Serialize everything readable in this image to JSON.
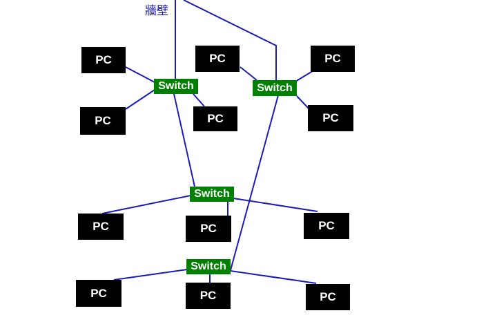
{
  "wall_label": "牆壁",
  "pc_label": "PC",
  "switch_label": "Switch",
  "colors": {
    "link": "#1a1ab8",
    "switch": "#008000",
    "pc": "#000000",
    "label_text": "#ffffff",
    "wall_label": "#1a1aa8"
  },
  "nodes": {
    "switches": [
      "sw-a",
      "sw-b",
      "sw-c",
      "sw-d"
    ],
    "pcs": [
      "pc-1",
      "pc-2",
      "pc-3",
      "pc-4",
      "pc-5",
      "pc-6",
      "pc-7",
      "pc-8",
      "pc-9",
      "pc-10",
      "pc-11",
      "pc-12",
      "pc-13",
      "pc-14"
    ]
  },
  "links": [
    [
      "wall",
      "sw-a"
    ],
    [
      "wall",
      "sw-b"
    ],
    [
      "sw-a",
      "pc-1"
    ],
    [
      "sw-a",
      "pc-2"
    ],
    [
      "sw-a",
      "pc-3"
    ],
    [
      "sw-b",
      "pc-4"
    ],
    [
      "sw-b",
      "pc-5"
    ],
    [
      "sw-b",
      "pc-6"
    ],
    [
      "sw-a",
      "sw-c"
    ],
    [
      "sw-b",
      "sw-d"
    ],
    [
      "sw-c",
      "pc-7"
    ],
    [
      "sw-c",
      "pc-8"
    ],
    [
      "sw-c",
      "pc-9"
    ],
    [
      "sw-d",
      "pc-10"
    ],
    [
      "sw-d",
      "pc-11"
    ],
    [
      "sw-d",
      "pc-12"
    ]
  ]
}
